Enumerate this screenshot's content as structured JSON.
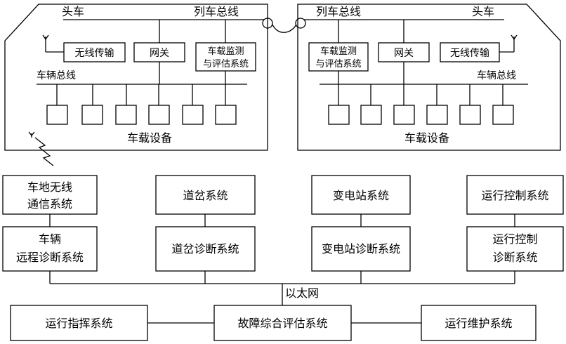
{
  "left_train": {
    "head_label": "头车",
    "train_bus_label": "列车总线",
    "vehicle_bus_label": "车辆总线",
    "wireless_label": "无线传输",
    "gateway_label": "网关",
    "monitor_line1": "车载监测",
    "monitor_line2": "与评估系统",
    "equipment_label": "车载设备"
  },
  "right_train": {
    "head_label": "头车",
    "train_bus_label": "列车总线",
    "vehicle_bus_label": "车辆总线",
    "wireless_label": "无线传输",
    "gateway_label": "网关",
    "monitor_line1": "车载监测",
    "monitor_line2": "与评估系统",
    "equipment_label": "车载设备"
  },
  "subsystems": [
    {
      "top_line1": "车地无线",
      "top_line2": "通信系统",
      "diag_line1": "车辆",
      "diag_line2": "远程诊断系统"
    },
    {
      "top_line1": "道岔系统",
      "top_line2": "",
      "diag_line1": "道岔诊断系统",
      "diag_line2": ""
    },
    {
      "top_line1": "变电站系统",
      "top_line2": "",
      "diag_line1": "变电站诊断系统",
      "diag_line2": ""
    },
    {
      "top_line1": "运行控制系统",
      "top_line2": "",
      "diag_line1": "运行控制",
      "diag_line2": "诊断系统"
    }
  ],
  "ethernet_label": "以太网",
  "bottom": {
    "left": "运行指挥系统",
    "center": "故障综合评估系统",
    "right": "运行维护系统"
  }
}
